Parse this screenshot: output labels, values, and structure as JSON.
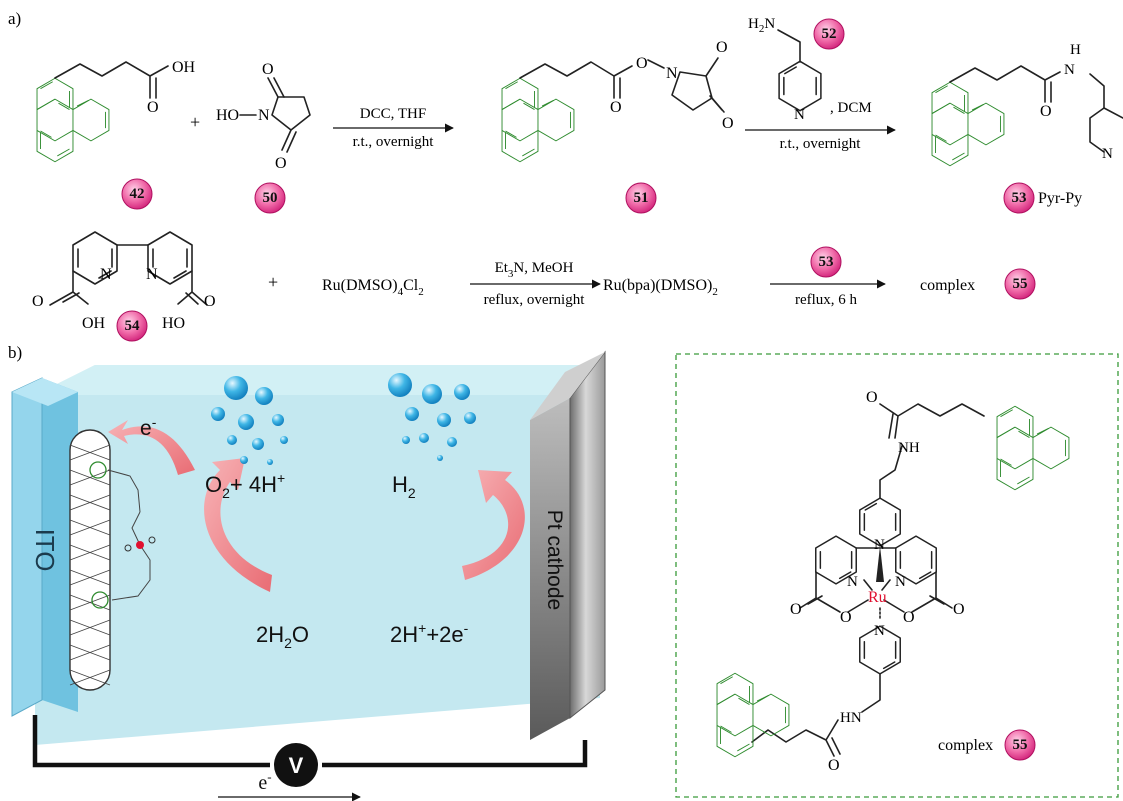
{
  "panel_a": {
    "label": "a)",
    "compounds": {
      "c42": "42",
      "c50": "50",
      "c51": "51",
      "c52": "52",
      "c53": "53",
      "c54": "54",
      "c55": "55"
    },
    "atoms": {
      "oh": "OH",
      "o": "O",
      "ho_n": "HO",
      "n": "N",
      "h": "H",
      "h2n": "H",
      "h2n_sub": "2",
      "h2n_n": "N"
    },
    "pyr_py_label": "Pyr-Py",
    "step1": {
      "top": "DCC, THF",
      "bottom": "r.t., overnight"
    },
    "step2": {
      "top": ", DCM",
      "bottom": "r.t., overnight"
    },
    "plus": "+",
    "row2": {
      "ru_reagent": "Ru(DMSO)",
      "ru_reagent_sub": "4",
      "ru_reagent_tail": "Cl",
      "ru_reagent_tail_sub": "2",
      "step3_top_a": "Et",
      "step3_top_sub": "3",
      "step3_top_b": "N, MeOH",
      "step3_bottom": "reflux, overnight",
      "intermediate": "Ru(bpa)(DMSO)",
      "intermediate_sub": "2",
      "step4_bottom": "reflux, 6 h",
      "product_text": "complex"
    }
  },
  "panel_b": {
    "label": "b)",
    "ito": "ITO",
    "pt_cathode": "Pt cathode",
    "electron_top": "e",
    "electron_top_sup": "-",
    "o2": "O",
    "o2_sub": "2",
    "o2_rest": "+ 4H",
    "o2_sup": "+",
    "h2": "H",
    "h2_sub": "2",
    "water": "2H",
    "water_sub": "2",
    "water_rest": "O",
    "protons": "2H",
    "protons_sup": "+",
    "protons_rest": "+2e",
    "protons_sup2": "-",
    "voltmeter": "V",
    "electron_bottom": "e",
    "electron_bottom_sup": "-"
  },
  "complex_box": {
    "ru": "Ru",
    "complex_label": "complex",
    "o": "O",
    "n": "N",
    "nh": "NH",
    "hn": "HN"
  },
  "colors": {
    "pyrene": "#2e8b2e",
    "ru": "#e0102f",
    "badge": "#f04e9a",
    "electrolyte": "#bfe6ef",
    "ito": "#8fd3ea",
    "arrow": "#f08a8f",
    "box_border": "#3a9a3a"
  }
}
